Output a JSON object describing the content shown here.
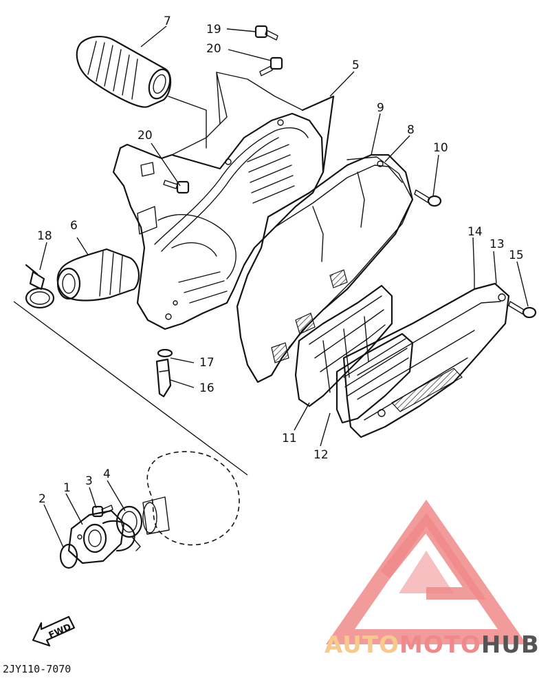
{
  "diagram": {
    "part_labels": [
      "1",
      "2",
      "3",
      "4",
      "5",
      "6",
      "7",
      "8",
      "9",
      "10",
      "11",
      "12",
      "13",
      "14",
      "15",
      "16",
      "17",
      "18",
      "19",
      "20",
      "20"
    ],
    "drawing_code": "2JY110-7070",
    "fwd_arrow_label": "FWD"
  },
  "watermark": {
    "text_part1": "AUTO",
    "text_part2": "MOTO",
    "text_part3": "HUB",
    "color_light": "#f7c98a",
    "color_main": "#f08a8a",
    "color_dark": "#555555"
  }
}
